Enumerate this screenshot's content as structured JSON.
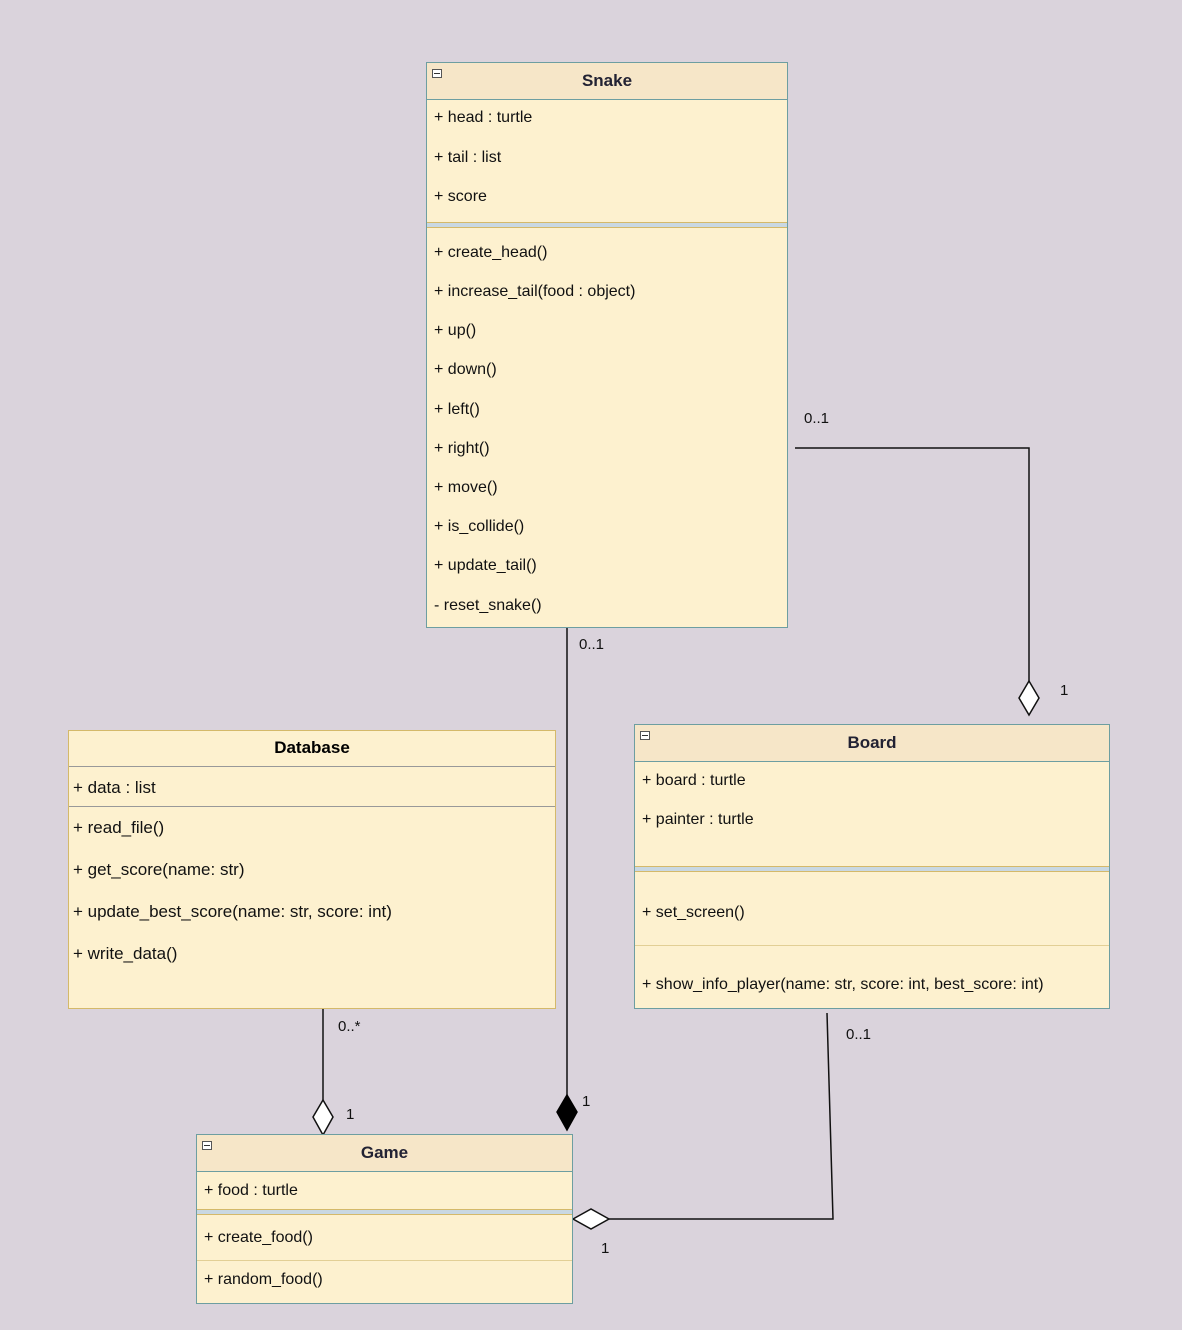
{
  "classes": {
    "snake": {
      "name": "Snake",
      "attributes": [
        "+ head : turtle",
        "+ tail : list",
        "+ score"
      ],
      "methods": [
        "+ create_head()",
        "+ increase_tail(food : object)",
        "+ up()",
        "+ down()",
        "+ left()",
        "+ right()",
        "+ move()",
        "+ is_collide()",
        "+ update_tail()",
        "- reset_snake()"
      ]
    },
    "database": {
      "name": "Database",
      "attributes": [
        "+ data : list"
      ],
      "methods": [
        "+ read_file()",
        "+ get_score(name: str)",
        "+ update_best_score(name: str, score: int)",
        "+ write_data()"
      ]
    },
    "board": {
      "name": "Board",
      "attributes": [
        "+ board : turtle",
        "+ painter : turtle"
      ],
      "methods": [
        "+ set_screen()",
        "+ show_info_player(name: str, score: int, best_score: int)"
      ]
    },
    "game": {
      "name": "Game",
      "attributes": [
        "+ food : turtle"
      ],
      "methods": [
        "+ create_food()",
        "+ random_food()"
      ]
    }
  },
  "associations": [
    {
      "from": "Snake",
      "to": "Board",
      "type": "aggregation",
      "from_multiplicity": "0..1",
      "to_multiplicity": "1"
    },
    {
      "from": "Snake",
      "to": "Game",
      "type": "composition",
      "from_multiplicity": "0..1",
      "to_multiplicity": "1"
    },
    {
      "from": "Database",
      "to": "Game",
      "type": "aggregation",
      "from_multiplicity": "0..*",
      "to_multiplicity": "1"
    },
    {
      "from": "Board",
      "to": "Game",
      "type": "aggregation",
      "from_multiplicity": "0..1",
      "to_multiplicity": "1"
    }
  ],
  "colors": {
    "background": "#dad3dc",
    "class_fill": "#fdf1cf",
    "header_fill": "#f6e6c8",
    "border_teal": "#6d9ea1",
    "border_gold": "#d4b96a",
    "line": "#111111"
  }
}
